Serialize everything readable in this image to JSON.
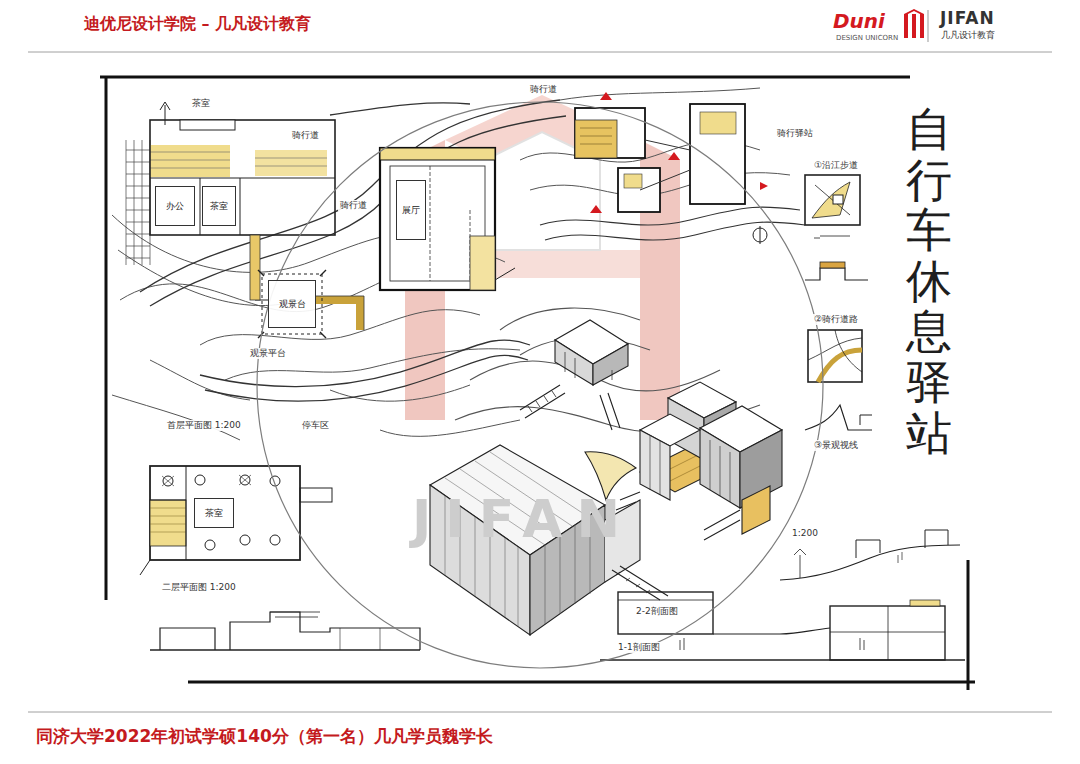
{
  "diagram": {
    "title": "自行车休息驿站",
    "caption": "同济大学2022年初试学硕140分（第一名）几凡学员魏学长",
    "nodes": [
      {
        "text": [
          "办公"
        ]
      },
      {
        "text": [
          "茶室"
        ]
      },
      {
        "text": [
          "展厅"
        ]
      },
      {
        "text": [
          "观景台"
        ]
      },
      {
        "text": [
          "茶室"
        ]
      }
    ],
    "labels": [
      "迪优尼设计学院 – 几凡设计教育",
      "Duni",
      "DESIGN UNICORN",
      "JIFAN",
      "几凡设计教育",
      "茶室",
      "骑行道",
      "骑行道",
      "骑行道",
      "首层平面图 1:200",
      "观景平台",
      "停车区",
      "二层平面图 1:200",
      "①沿江步道",
      "②骑行道路",
      "③景观视线",
      "骑行驿站",
      "2-2剖面图",
      "1-1剖面图",
      "1:200",
      "JIFAN"
    ]
  }
}
